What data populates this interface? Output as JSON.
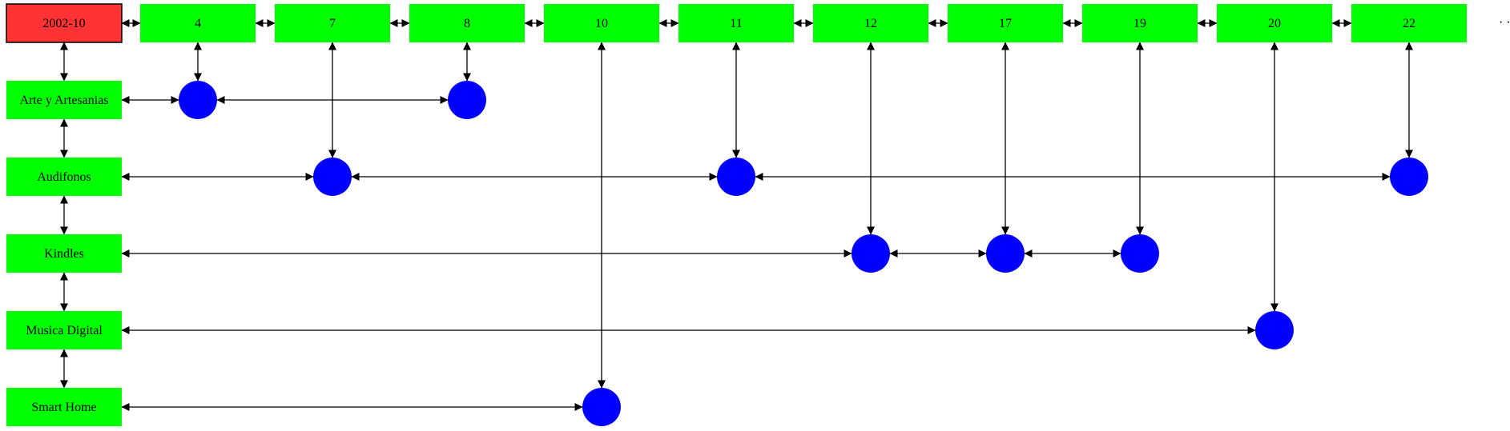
{
  "diagram": {
    "root": {
      "label": "2002-10",
      "color": "#ff3333"
    },
    "columns": [
      "4",
      "7",
      "8",
      "10",
      "11",
      "12",
      "17",
      "19",
      "20",
      "22"
    ],
    "rows": [
      "Arte y Artesanias",
      "Audifonos",
      "Kindles",
      "Musica Digital",
      "Smart Home"
    ],
    "trailing_mark": "· ·",
    "nodes": [
      {
        "row": 0,
        "col": 0
      },
      {
        "row": 0,
        "col": 2
      },
      {
        "row": 1,
        "col": 1
      },
      {
        "row": 1,
        "col": 4
      },
      {
        "row": 1,
        "col": 9
      },
      {
        "row": 2,
        "col": 5
      },
      {
        "row": 2,
        "col": 6
      },
      {
        "row": 2,
        "col": 7
      },
      {
        "row": 3,
        "col": 8
      },
      {
        "row": 4,
        "col": 3
      }
    ],
    "colors": {
      "box": "#00ff00",
      "node": "#0000ff",
      "edge": "#000000"
    }
  }
}
